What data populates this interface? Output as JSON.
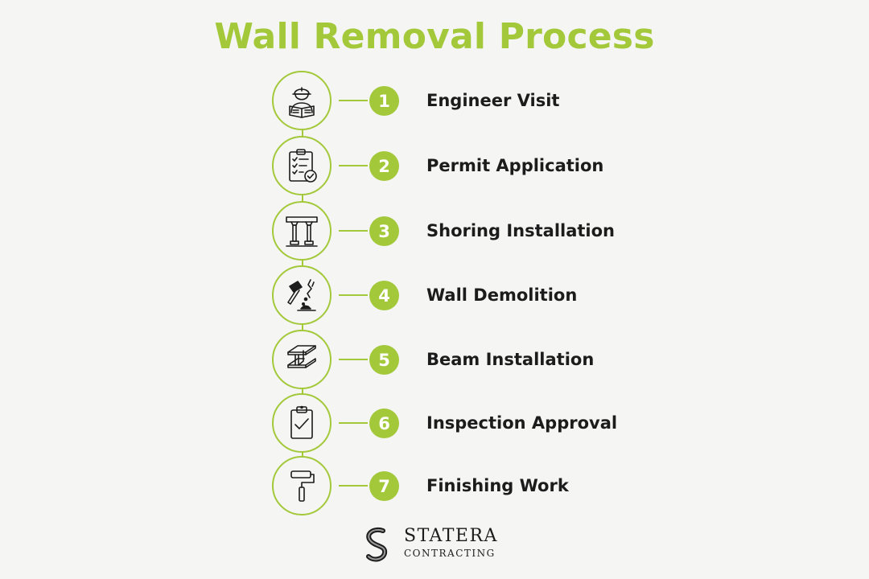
{
  "title": "Wall Removal Process",
  "colors": {
    "accent": "#a3c93a",
    "text": "#1c1c1c",
    "background": "#f5f5f4"
  },
  "steps": [
    {
      "number": "1",
      "label": "Engineer Visit",
      "icon": "engineer-reading-plans-icon"
    },
    {
      "number": "2",
      "label": "Permit Application",
      "icon": "clipboard-checklist-icon"
    },
    {
      "number": "3",
      "label": "Shoring Installation",
      "icon": "shoring-posts-icon"
    },
    {
      "number": "4",
      "label": "Wall Demolition",
      "icon": "hammer-cracked-wall-icon"
    },
    {
      "number": "5",
      "label": "Beam Installation",
      "icon": "steel-i-beam-icon"
    },
    {
      "number": "6",
      "label": "Inspection Approval",
      "icon": "clipboard-check-icon"
    },
    {
      "number": "7",
      "label": "Finishing Work",
      "icon": "paint-roller-icon"
    }
  ],
  "logo": {
    "name": "STATERA",
    "subtitle": "CONTRACTING",
    "icon": "statera-s-logo-icon"
  }
}
